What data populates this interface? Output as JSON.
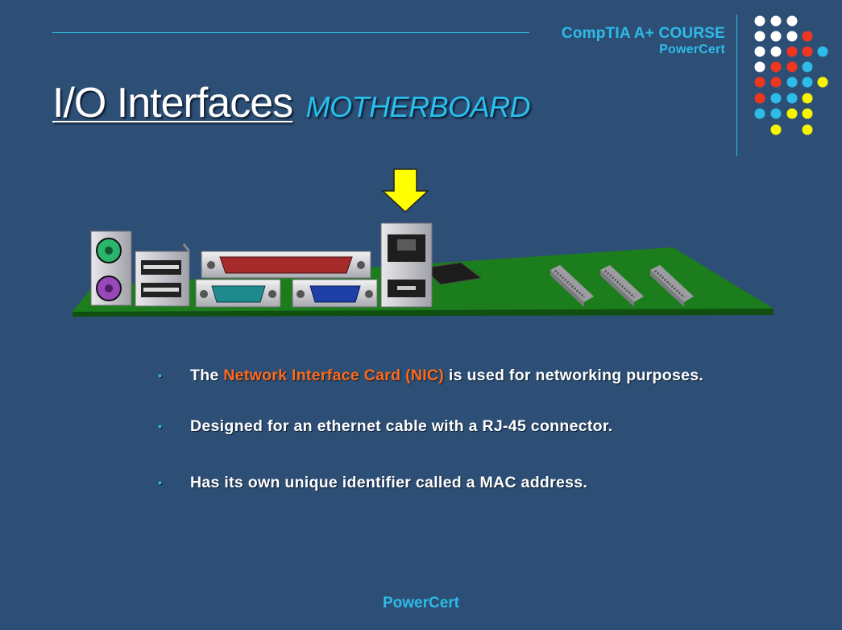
{
  "header": {
    "course": "CompTIA A+ COURSE",
    "brand": "PowerCert"
  },
  "title": {
    "main": "I/O Interfaces",
    "sub": "MOTHERBOARD"
  },
  "bullets": [
    {
      "prefix": "The ",
      "highlight": "Network Interface Card (NIC)",
      "suffix": " is used for networking purposes."
    },
    {
      "text": "Designed for an ethernet cable with a RJ-45 connector."
    },
    {
      "text": "Has its own unique identifier called a MAC address."
    }
  ],
  "bullet_marker": "•",
  "footer": "PowerCert",
  "colors": {
    "background": "#2d4f76",
    "accent_cyan": "#2ebbe8",
    "highlight_orange": "#ff6a1a",
    "arrow_yellow": "#ffff00",
    "board_green": "#1a7a1a",
    "dot_colors": [
      "#ffffff",
      "#f0361e",
      "#2ebbe8",
      "#f8f300"
    ]
  },
  "icons": {
    "pointer": "down-arrow-icon",
    "ports": [
      "ps2-mouse-port",
      "ps2-keyboard-port",
      "usb-ports",
      "parallel-port",
      "serial-port",
      "vga-port",
      "rj45-port",
      "firewire-port"
    ]
  }
}
